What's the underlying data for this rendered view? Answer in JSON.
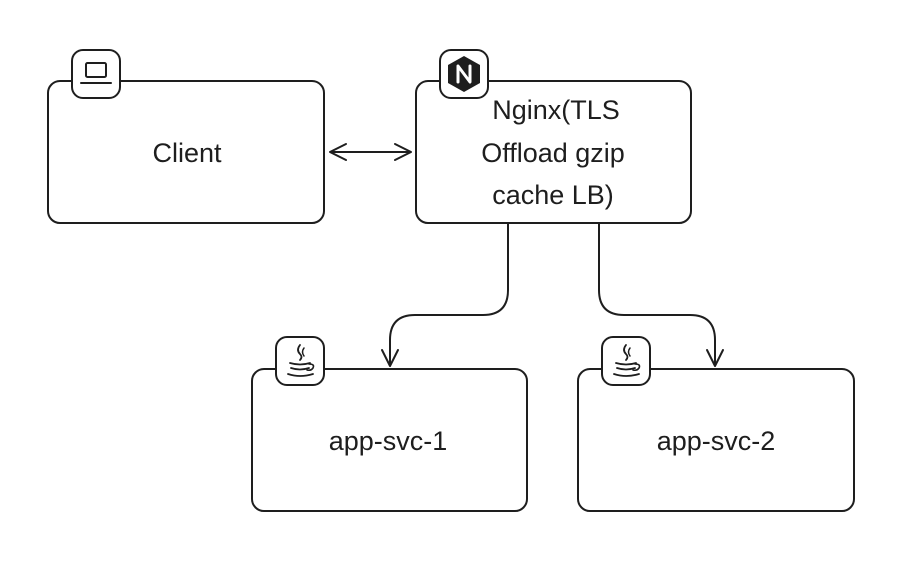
{
  "diagram": {
    "nodes": {
      "client": {
        "label": "Client",
        "icon": "laptop-icon"
      },
      "nginx": {
        "label_lines": [
          "Nginx(TLS",
          "Offload gzip",
          "cache LB)"
        ],
        "icon": "nginx-icon"
      },
      "app_svc_1": {
        "label": "app-svc-1",
        "icon": "java-icon"
      },
      "app_svc_2": {
        "label": "app-svc-2",
        "icon": "java-icon"
      }
    },
    "edges": [
      {
        "from": "client",
        "to": "nginx",
        "direction": "bidirectional"
      },
      {
        "from": "nginx",
        "to": "app_svc_1",
        "direction": "forward"
      },
      {
        "from": "nginx",
        "to": "app_svc_2",
        "direction": "forward"
      }
    ],
    "colors": {
      "stroke": "#1e1e1e",
      "fill": "#ffffff",
      "nginx_badge": "#1e1e1e"
    }
  }
}
